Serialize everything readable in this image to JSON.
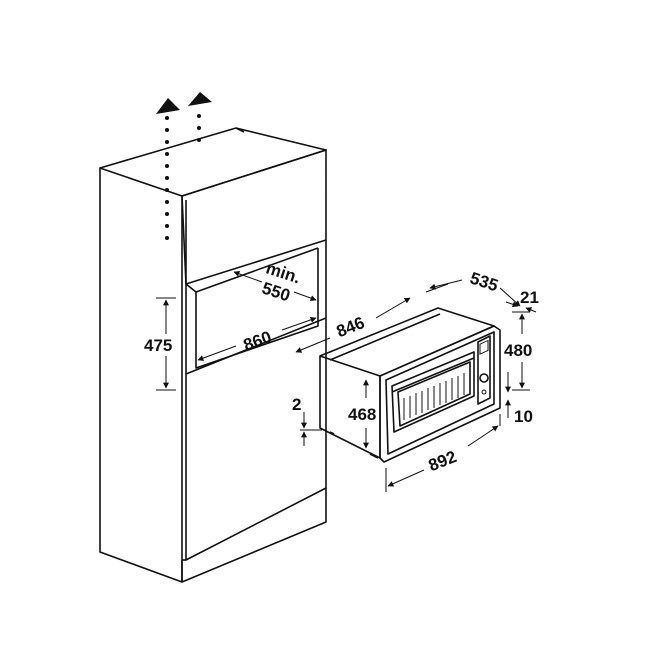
{
  "diagram": {
    "dimensions": {
      "niche_height": "475",
      "niche_width": "860",
      "niche_depth_min": "min.",
      "niche_depth_value": "550",
      "oven_width_body": "846",
      "oven_depth": "535",
      "panel_depth": "21",
      "front_height": "480",
      "body_height": "468",
      "bottom_offset": "2",
      "front_bottom_offset": "10",
      "front_width": "892"
    }
  }
}
